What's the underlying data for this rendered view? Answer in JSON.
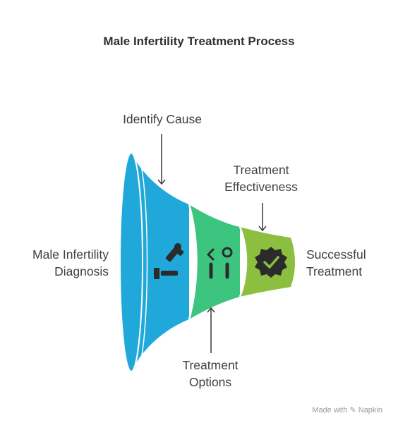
{
  "title": "Male Infertility Treatment Process",
  "stages": [
    {
      "label": [
        "Male Infertility",
        "Diagnosis"
      ],
      "color": "#1fa8d9",
      "icon": "medical-bed-icon"
    },
    {
      "label": [
        "Treatment",
        "Options"
      ],
      "color": "#3dc47e",
      "icon": "medical-tools-icon"
    },
    {
      "label": [
        "Successful",
        "Treatment"
      ],
      "color": "#8cbf3f",
      "icon": "verified-badge-icon"
    }
  ],
  "callouts": {
    "identify": "Identify Cause",
    "effectiveness": [
      "Treatment",
      "Effectiveness"
    ]
  },
  "watermark": "Made with ✎ Napkin"
}
